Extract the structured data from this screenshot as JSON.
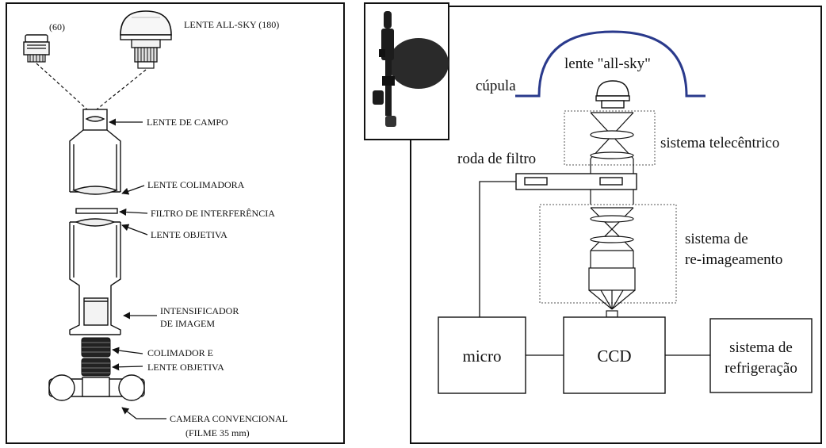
{
  "left_panel": {
    "labels": {
      "lens_60": "(60)",
      "allsky_lens": "LENTE ALL-SKY (180)",
      "field_lens": "LENTE DE CAMPO",
      "collimator_lens": "LENTE COLIMADORA",
      "interference_filter": "FILTRO DE INTERFERÊNCIA",
      "objective_lens": "LENTE OBJETIVA",
      "intensifier_1": "INTENSIFICADOR",
      "intensifier_2": "DE IMAGEM",
      "collimator_objective_1": "COLIMADOR E",
      "collimator_objective_2": "LENTE OBJETIVA",
      "camera_1": "CAMERA CONVENCIONAL",
      "camera_2": "(FILME 35 mm)"
    }
  },
  "right_panel": {
    "labels": {
      "dome": "cúpula",
      "allsky_lens": "lente \"all-sky\"",
      "telecentric": "sistema telecêntrico",
      "filter_wheel": "roda de filtro",
      "reimaging_1": "sistema de",
      "reimaging_2": "re-imageamento",
      "micro": "micro",
      "ccd": "CCD",
      "cooling_1": "sistema de",
      "cooling_2": "refrigeração"
    }
  },
  "colors": {
    "line": "#111111",
    "dome": "#2a3a8c",
    "photo_dark": "#1c1c1c"
  }
}
